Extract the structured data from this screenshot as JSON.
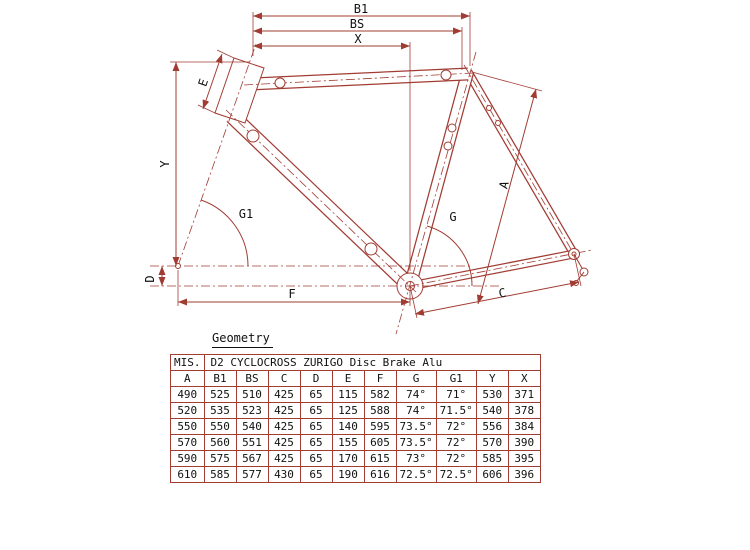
{
  "drawing": {
    "labels": {
      "b1": "B1",
      "bs": "BS",
      "x": "X",
      "e": "E",
      "y": "Y",
      "g1": "G1",
      "d": "D",
      "f": "F",
      "a": "A",
      "g": "G",
      "c": "C"
    }
  },
  "geometry_label": "Geometry",
  "table": {
    "corner_label": "MIS.",
    "title": "D2 CYCLOCROSS ZURIGO Disc Brake Alu",
    "columns": [
      "A",
      "B1",
      "BS",
      "C",
      "D",
      "E",
      "F",
      "G",
      "G1",
      "Y",
      "X"
    ],
    "rows": [
      [
        "490",
        "525",
        "510",
        "425",
        "65",
        "115",
        "582",
        "74°",
        "71°",
        "530",
        "371"
      ],
      [
        "520",
        "535",
        "523",
        "425",
        "65",
        "125",
        "588",
        "74°",
        "71.5°",
        "540",
        "378"
      ],
      [
        "550",
        "550",
        "540",
        "425",
        "65",
        "140",
        "595",
        "73.5°",
        "72°",
        "556",
        "384"
      ],
      [
        "570",
        "560",
        "551",
        "425",
        "65",
        "155",
        "605",
        "73.5°",
        "72°",
        "570",
        "390"
      ],
      [
        "590",
        "575",
        "567",
        "425",
        "65",
        "170",
        "615",
        "73°",
        "72°",
        "585",
        "395"
      ],
      [
        "610",
        "585",
        "577",
        "430",
        "65",
        "190",
        "616",
        "72.5°",
        "72.5°",
        "606",
        "396"
      ]
    ]
  },
  "colors": {
    "drawing_line": "#a13c33",
    "text": "#111111",
    "table_grid": "#a13c33"
  }
}
